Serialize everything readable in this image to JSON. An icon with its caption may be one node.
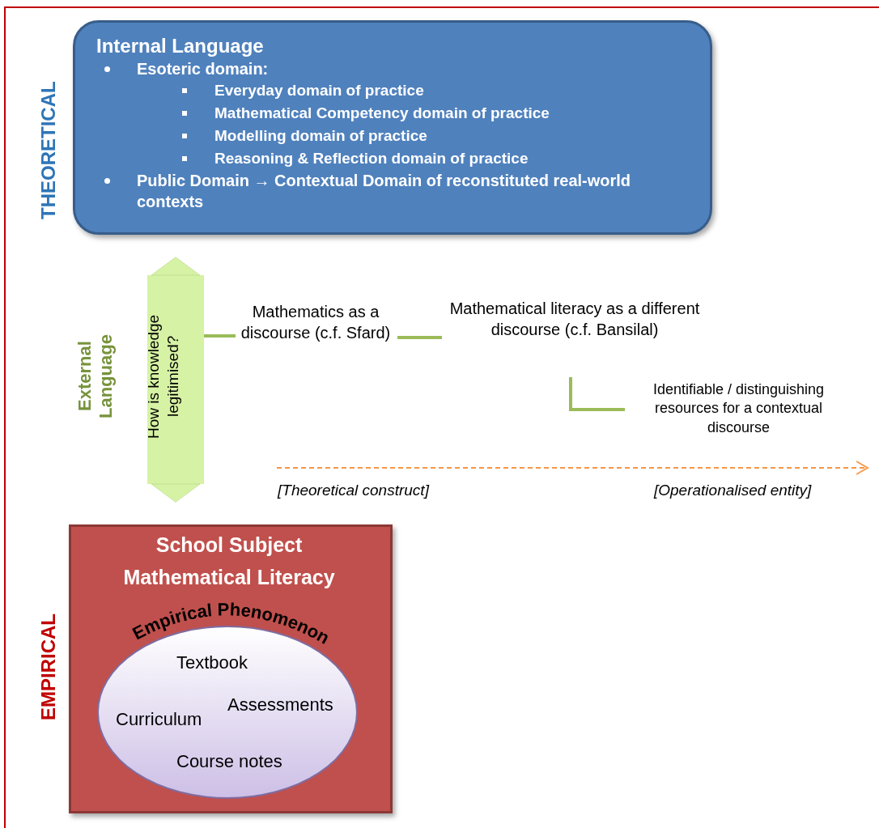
{
  "diagram": {
    "nodes": [
      {
        "text": [
          "Internal Language",
          "Esoteric domain:",
          "Everyday domain of practice",
          "Mathematical Competency domain of practice",
          "Modelling domain of practice",
          "Reasoning & Reflection domain of practice",
          "Public Domain → Contextual Domain of reconstituted real-world contexts"
        ]
      },
      {
        "text": [
          "Mathematics as a discourse (c.f. Sfard)"
        ]
      },
      {
        "text": [
          "Mathematical literacy as a different discourse (c.f. Bansilal)"
        ]
      },
      {
        "text": [
          "Identifiable / distinguishing resources for a contextual discourse"
        ]
      },
      {
        "text": [
          "School Subject Mathematical Literacy"
        ]
      },
      {
        "text": [
          "Empirical Phenomenon",
          "Textbook",
          "Assessments",
          "Curriculum",
          "Course notes"
        ],
        "in": 4
      }
    ],
    "edges": [
      {
        "from": 0,
        "to": 4,
        "arrow": "both",
        "label": "How is knowledge legitimised?",
        "style": "thick",
        "color": "#d6f2a4"
      },
      {
        "from": null,
        "to": 1,
        "arrow": "none"
      },
      {
        "from": 1,
        "to": 2,
        "arrow": "none"
      },
      {
        "from": 2,
        "to": 3,
        "arrow": "none"
      }
    ],
    "labels": [
      "THEORETICAL",
      "External Language",
      "[Theoretical construct]",
      "[Operationalised entity]",
      "EMPIRICAL"
    ]
  }
}
